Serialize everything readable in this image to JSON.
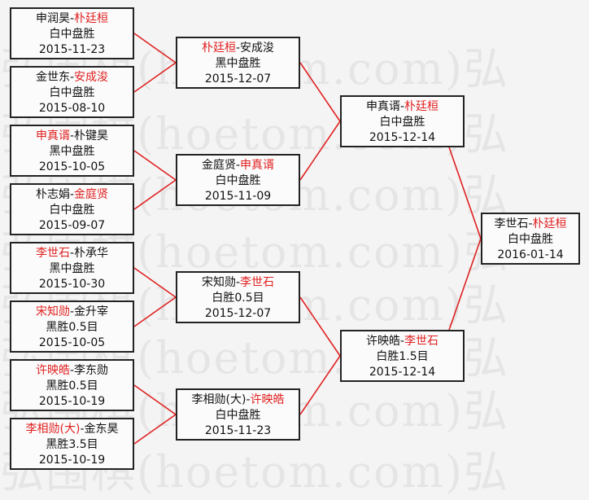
{
  "watermark": "弘围棋(hoetom.com)弘",
  "colors": {
    "winner": "#e02020",
    "connector": "#e02020",
    "border": "#222222"
  },
  "rounds": {
    "r1": [
      {
        "id": "r1m1",
        "p1": "申润昊",
        "p2": "朴廷桓",
        "winner": "p2",
        "result": "白中盘胜",
        "date": "2015-11-23"
      },
      {
        "id": "r1m2",
        "p1": "金世东",
        "p2": "安成浚",
        "winner": "p2",
        "result": "白中盘胜",
        "date": "2015-08-10"
      },
      {
        "id": "r1m3",
        "p1": "申真谞",
        "p2": "朴键昊",
        "winner": "p1",
        "result": "黑中盘胜",
        "date": "2015-10-05"
      },
      {
        "id": "r1m4",
        "p1": "朴志娟",
        "p2": "金庭贤",
        "winner": "p2",
        "result": "白中盘胜",
        "date": "2015-09-07"
      },
      {
        "id": "r1m5",
        "p1": "李世石",
        "p2": "朴承华",
        "winner": "p1",
        "result": "黑中盘胜",
        "date": "2015-10-30"
      },
      {
        "id": "r1m6",
        "p1": "宋知勋",
        "p2": "金升宰",
        "winner": "p1",
        "result": "黑胜0.5目",
        "date": "2015-10-05"
      },
      {
        "id": "r1m7",
        "p1": "许映皓",
        "p2": "李东勋",
        "winner": "p1",
        "result": "黑胜0.5目",
        "date": "2015-10-19"
      },
      {
        "id": "r1m8",
        "p1": "李相勋(大)",
        "p2": "金东昊",
        "winner": "p1",
        "result": "黑胜3.5目",
        "date": "2015-10-19"
      }
    ],
    "r2": [
      {
        "id": "r2m1",
        "p1": "朴廷桓",
        "p2": "安成浚",
        "winner": "p1",
        "result": "黑中盘胜",
        "date": "2015-12-07"
      },
      {
        "id": "r2m2",
        "p1": "金庭贤",
        "p2": "申真谞",
        "winner": "p2",
        "result": "白中盘胜",
        "date": "2015-11-09"
      },
      {
        "id": "r2m3",
        "p1": "宋知勋",
        "p2": "李世石",
        "winner": "p2",
        "result": "白胜0.5目",
        "date": "2015-12-07"
      },
      {
        "id": "r2m4",
        "p1": "李相勋(大)",
        "p2": "许映皓",
        "winner": "p2",
        "result": "白中盘胜",
        "date": "2015-11-23"
      }
    ],
    "r3": [
      {
        "id": "r3m1",
        "p1": "申真谞",
        "p2": "朴廷桓",
        "winner": "p2",
        "result": "白中盘胜",
        "date": "2015-12-14"
      },
      {
        "id": "r3m2",
        "p1": "许映皓",
        "p2": "李世石",
        "winner": "p2",
        "result": "白胜1.5目",
        "date": "2015-12-14"
      }
    ],
    "r4": [
      {
        "id": "r4m1",
        "p1": "李世石",
        "p2": "朴廷桓",
        "winner": "p2",
        "result": "白中盘胜",
        "date": "2016-01-14"
      }
    ]
  }
}
